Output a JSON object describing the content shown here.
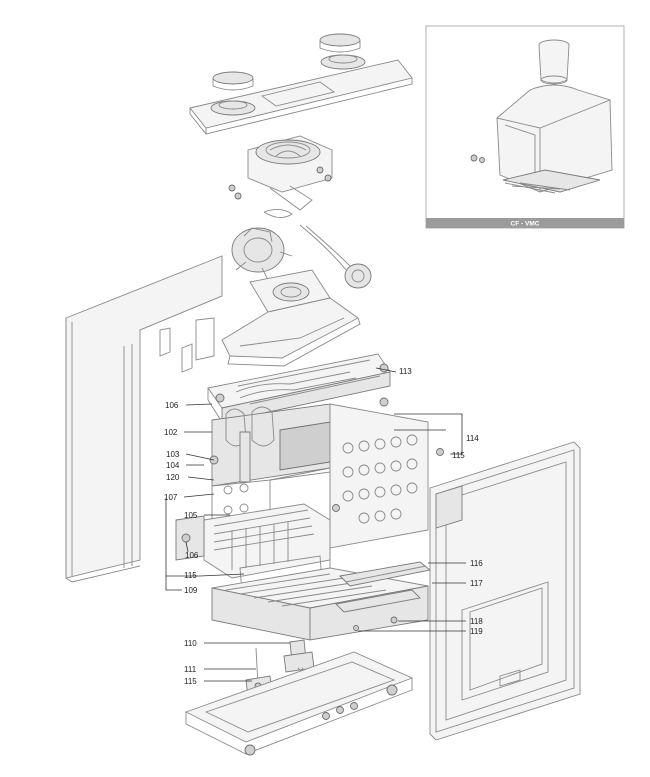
{
  "inset": {
    "caption": "CF - VMC"
  },
  "callouts": {
    "c113": "113",
    "c106a": "106",
    "c102": "102",
    "c114": "114",
    "c115a": "115",
    "c103": "103",
    "c104": "104",
    "c120": "120",
    "c107": "107",
    "c105": "105",
    "c106b": "106",
    "c115b": "115",
    "c109": "109",
    "c116": "116",
    "c117": "117",
    "c118": "118",
    "c119": "119",
    "c110": "110",
    "c111": "111",
    "c115c": "115"
  }
}
